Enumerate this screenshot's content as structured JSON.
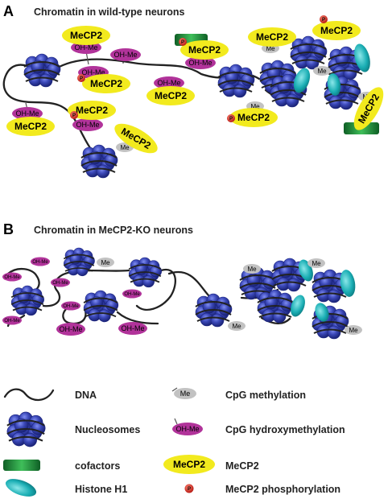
{
  "panel_a": {
    "letter": "A",
    "title": "Chromatin in wild-type neurons"
  },
  "panel_b": {
    "letter": "B",
    "title": "Chromatin in MeCP2-KO neurons"
  },
  "labels": {
    "mecp2": "MeCP2",
    "ohme": "OH-Me",
    "me": "Me",
    "p": "P"
  },
  "legend": {
    "dna": "DNA",
    "nucleosomes": "Nucleosomes",
    "cofactors": "cofactors",
    "histone_h1": "Histone H1",
    "cpg_methylation": "CpG methylation",
    "cpg_hydroxymethylation": "CpG hydroxymethylation",
    "mecp2": "MeCP2",
    "mecp2_phosphorylation": "MeCP2 phosphorylation"
  },
  "colors": {
    "nucleosome": "#3b48b8",
    "nucleosome_dark": "#1c2580",
    "mecp2": "#f2ea1e",
    "ohme": "#b1339a",
    "me": "#c2c2c2",
    "phospho": "#d8261e",
    "cofactor": "#1b8c3a",
    "histone_h1": "#1aaeb4",
    "dna": "#222222"
  }
}
